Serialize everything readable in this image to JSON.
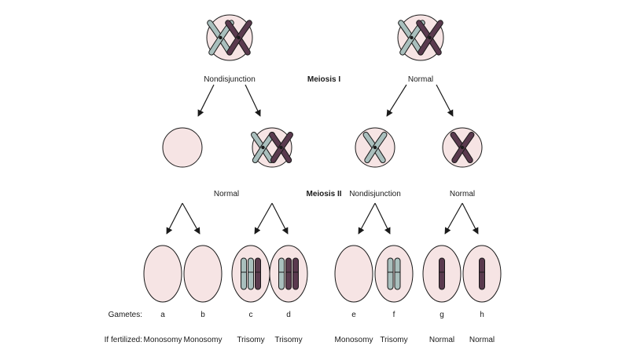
{
  "colors": {
    "cell_fill": "#f6e4e4",
    "outline": "#1a1a1a",
    "chromosome_light": "#a9bfbd",
    "chromosome_dark": "#5a3a4e"
  },
  "stages": {
    "meiosis_1": "Meiosis I",
    "meiosis_2": "Meiosis II"
  },
  "left_parent": {
    "label": "Nondisjunction",
    "chromosomes": [
      "light",
      "dark"
    ]
  },
  "right_parent": {
    "label": "Normal",
    "chromosomes": [
      "light",
      "dark"
    ]
  },
  "second_division": [
    {
      "label": "",
      "chromosomes": []
    },
    {
      "label": "Normal",
      "chromosomes": [
        "light",
        "dark"
      ]
    },
    {
      "label": "Nondisjunction",
      "chromosomes": [
        "light"
      ]
    },
    {
      "label": "Normal",
      "chromosomes": [
        "dark"
      ]
    }
  ],
  "row_labels": {
    "gametes": "Gametes:",
    "fertilized": "If fertilized:"
  },
  "gametes": [
    {
      "letter": "a",
      "outcome": "Monosomy",
      "chromatids": []
    },
    {
      "letter": "b",
      "outcome": "Monosomy",
      "chromatids": []
    },
    {
      "letter": "c",
      "outcome": "Trisomy",
      "chromatids": [
        "light",
        "light",
        "dark"
      ]
    },
    {
      "letter": "d",
      "outcome": "Trisomy",
      "chromatids": [
        "light",
        "dark",
        "dark"
      ]
    },
    {
      "letter": "e",
      "outcome": "Monosomy",
      "chromatids": []
    },
    {
      "letter": "f",
      "outcome": "Trisomy",
      "chromatids": [
        "light",
        "light"
      ]
    },
    {
      "letter": "g",
      "outcome": "Normal",
      "chromatids": [
        "dark"
      ]
    },
    {
      "letter": "h",
      "outcome": "Normal",
      "chromatids": [
        "dark"
      ]
    }
  ]
}
